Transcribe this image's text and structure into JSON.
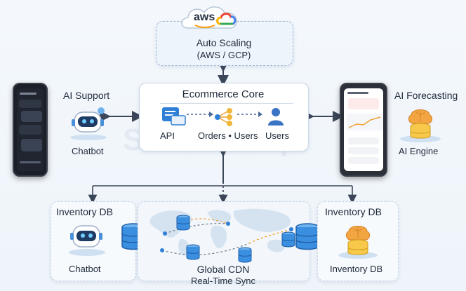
{
  "top": {
    "logo": "aws",
    "title": "Auto Scaling",
    "subtitle": "(AWS / GCP)"
  },
  "core": {
    "title": "Ecommerce Core",
    "api_label": "API",
    "orders_label": "Orders • Users",
    "users_label": "Users"
  },
  "left_mid": {
    "title": "AI Support",
    "caption": "Chatbot"
  },
  "right_mid": {
    "title": "AI Forecasting",
    "caption": "AI Engine"
  },
  "bottom_left": {
    "title": "Inventory DB",
    "caption": "Chatbot"
  },
  "bottom_center": {
    "line1": "Global CDN",
    "line2": "Real-Time Sync"
  },
  "bottom_right": {
    "title": "Inventory DB",
    "caption": "Inventory DB"
  },
  "watermark": "SDLC Corp",
  "colors": {
    "accent_blue": "#2f7fd6",
    "db_blue": "#3a8fe0",
    "gold": "#f0b63a",
    "arrow": "#3b4658"
  },
  "icons": [
    "aws-cloud-icon",
    "google-cloud-icon",
    "phone-chat-icon",
    "robot-icon",
    "phone-dashboard-icon",
    "brain-database-icon",
    "database-icon",
    "world-map-icon"
  ]
}
